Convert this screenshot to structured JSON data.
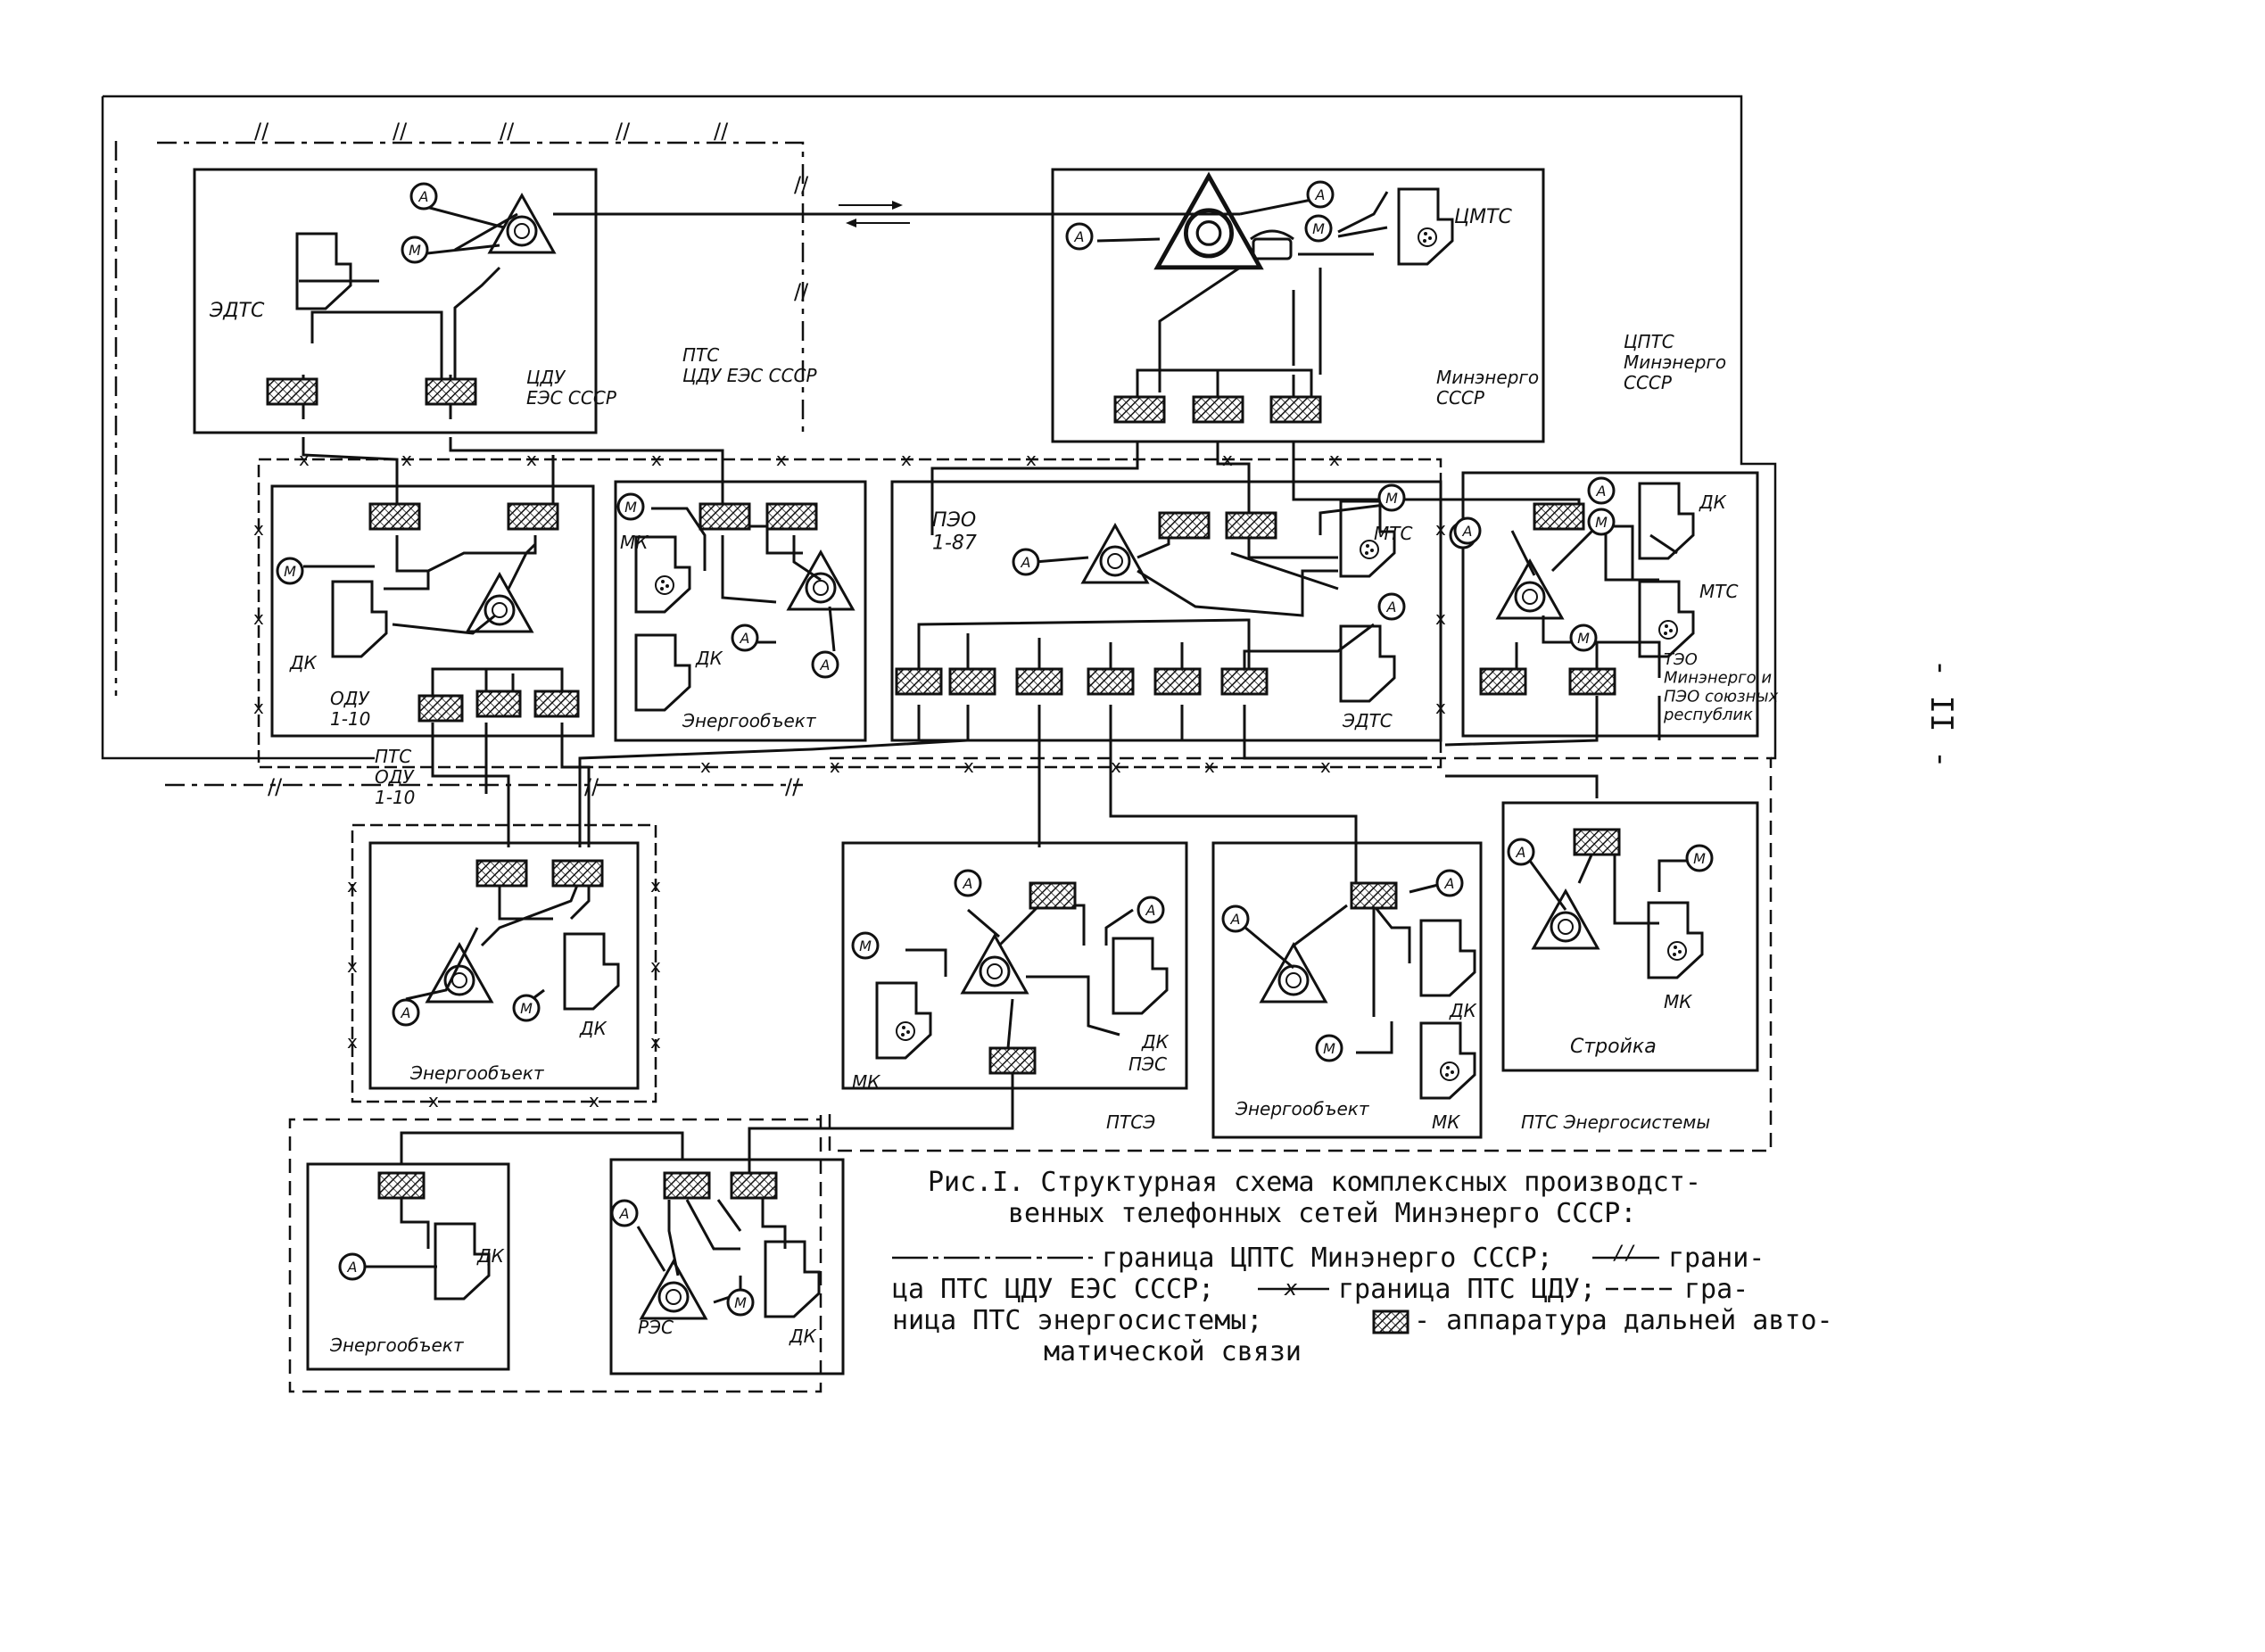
{
  "labels": {
    "edts_top": "ЭДТС",
    "cdu_ees": "ЦДУ\nЕЭС СССР",
    "pts_cdu_ees": "ПТС\nЦДУ ЕЭС СССР",
    "cmts": "ЦМТС",
    "minenergo": "Минэнерго\nСССР",
    "cpts": "ЦПТС\nМинэнерго\nСССР",
    "odu": "ОДУ\n1-10",
    "pts_odu": "ПТС\nОДУ\n1-10",
    "energoobject": "Энергообъект",
    "peo": "ПЭО\n1-87",
    "edts_peo": "ЭДТС",
    "teo": "ТЭО\nМинэнерго и\nПЭО союзных\nреспублик",
    "ptse": "ПТСЭ",
    "pes": "ПЭС",
    "stroika": "Стройка",
    "pts_energosystems": "ПТС Энергосистемы",
    "res": "РЭС",
    "dk": "ДК",
    "mk": "МК",
    "mts": "МТС",
    "a": "А",
    "m": "М"
  },
  "caption": {
    "line1": "Рис.I. Структурная схема комплексных производст-",
    "line2": "венных телефонных сетей Минэнерго СССР:",
    "line3_a": "границa ЦПТС Минэнерго СССР;",
    "line3_b": "грани-",
    "line4_a": "ца ПТС ЦДУ ЕЭС СССР;",
    "line4_b": "граница ПТС ЦДУ;",
    "line4_c": "гра-",
    "line5_a": "ница ПТС энергосистемы;",
    "line5_b": "- аппаратура дальней авто-",
    "line6": "матической связи",
    "sym_x": "x",
    "sym_slash": "//"
  },
  "page_number": "- II -"
}
